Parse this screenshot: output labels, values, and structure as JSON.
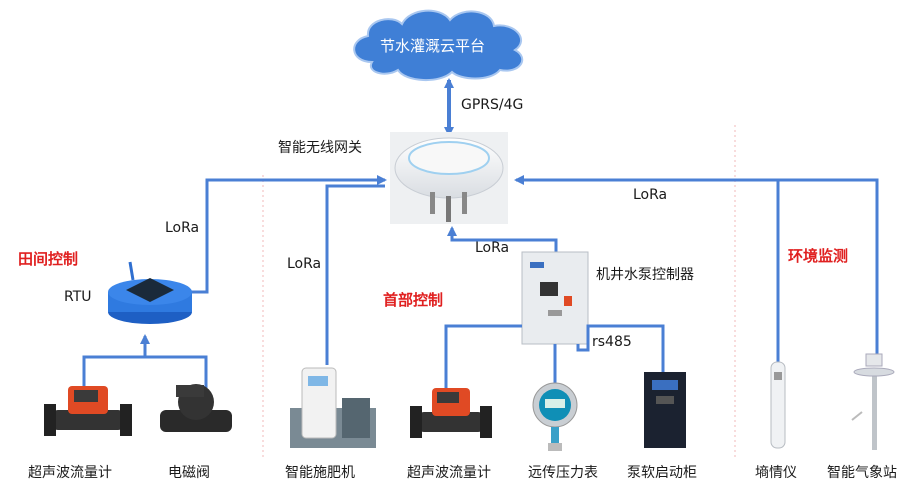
{
  "cloud": {
    "label": "节水灌溉云平台"
  },
  "links": {
    "gprs": "GPRS/4G",
    "lora": "LoRa",
    "rs485": "rs485"
  },
  "gateway": {
    "label": "智能无线网关"
  },
  "sections": {
    "field": "田间控制",
    "head": "首部控制",
    "env": "环境监测"
  },
  "devices": {
    "rtu": "RTU",
    "flowmeter_field": "超声波流量计",
    "valve": "电磁阀",
    "fertilizer": "智能施肥机",
    "pump_controller": "机井水泵控制器",
    "flowmeter_head": "超声波流量计",
    "pressure_gauge": "远传压力表",
    "soft_starter": "泵软启动柜",
    "soil_moisture": "墒情仪",
    "weather_station": "智能气象站"
  },
  "colors": {
    "link": "#4a7fd4",
    "cloud": "#3f7fd6",
    "section_title": "#e02020",
    "divider": "#f0b8b8"
  }
}
